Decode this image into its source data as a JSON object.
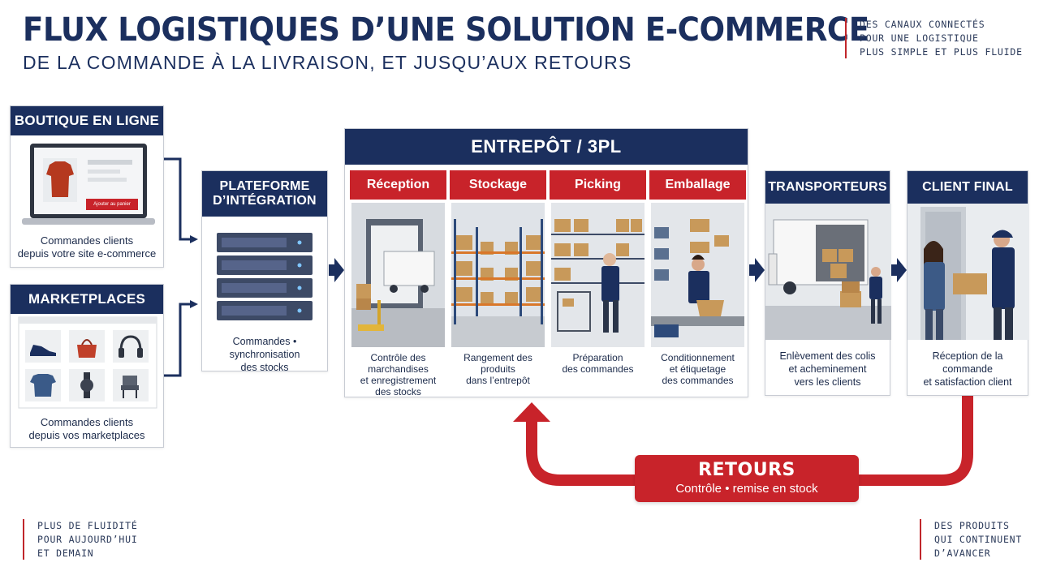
{
  "header": {
    "title": "FLUX LOGISTIQUES D’UNE SOLUTION E-COMMERCE",
    "subtitle": "DE LA COMMANDE À LA LIVRAISON, ET JUSQU’AUX RETOURS"
  },
  "notes": {
    "top_right": "DES CANAUX CONNECTÉS\nPOUR UNE LOGISTIQUE\nPLUS SIMPLE ET PLUS FLUIDE",
    "bottom_left": "PLUS DE FLUIDITÉ\nPOUR AUJOURD’HUI\nET DEMAIN",
    "bottom_right": "DES PRODUITS\nQUI CONTINUENT\nD’AVANCER"
  },
  "boutique": {
    "title": "BOUTIQUE EN LIGNE",
    "button": "Ajouter au panier",
    "caption": "Commandes clients\ndepuis votre site e-commerce"
  },
  "marketplaces": {
    "title": "MARKETPLACES",
    "caption": "Commandes clients\ndepuis vos marketplaces",
    "products": [
      "sneaker-icon",
      "handbag-icon",
      "headphones-icon",
      "tshirt-icon",
      "watch-icon",
      "chair-icon"
    ]
  },
  "plateforme": {
    "title": "PLATEFORME\nD’INTÉGRATION",
    "caption": "Commandes • synchronisation\ndes stocks"
  },
  "entrepot": {
    "title": "ENTREPÔT / 3PL",
    "steps": [
      {
        "label": "Réception",
        "caption": "Contrôle des marchandises\net enregistrement\ndes stocks"
      },
      {
        "label": "Stockage",
        "caption": "Rangement des produits\ndans l’entrepôt"
      },
      {
        "label": "Picking",
        "caption": "Préparation\ndes commandes"
      },
      {
        "label": "Emballage",
        "caption": "Conditionnement\net étiquetage\ndes commandes"
      }
    ]
  },
  "transporteurs": {
    "title": "TRANSPORTEURS",
    "caption": "Enlèvement des colis\net acheminement\nvers les clients"
  },
  "client": {
    "title": "CLIENT FINAL",
    "caption": "Réception de la commande\net satisfaction client"
  },
  "retours": {
    "title": "RETOURS",
    "subtitle": "Contrôle • remise en stock"
  },
  "colors": {
    "navy": "#1b2f5e",
    "red": "#c8232a"
  }
}
